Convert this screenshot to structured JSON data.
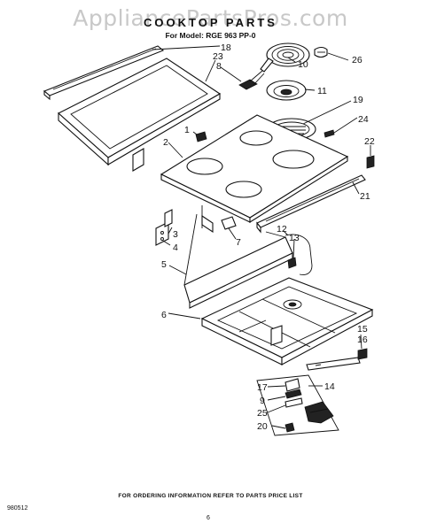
{
  "watermark": "AppliancePartsPros.com",
  "header": {
    "title": "COOKTOP PARTS",
    "model_line": "For Model: RGE 963 PP-0"
  },
  "callouts": [
    "1",
    "2",
    "3",
    "4",
    "5",
    "6",
    "7",
    "8",
    "9",
    "10",
    "11",
    "12",
    "13",
    "14",
    "15",
    "16",
    "17",
    "18",
    "19",
    "20",
    "21",
    "22",
    "23",
    "24",
    "25",
    "26"
  ],
  "footer": {
    "ordering_note": "FOR ORDERING INFORMATION REFER TO PARTS PRICE LIST",
    "doc_code": "980512",
    "page_number": "6"
  }
}
